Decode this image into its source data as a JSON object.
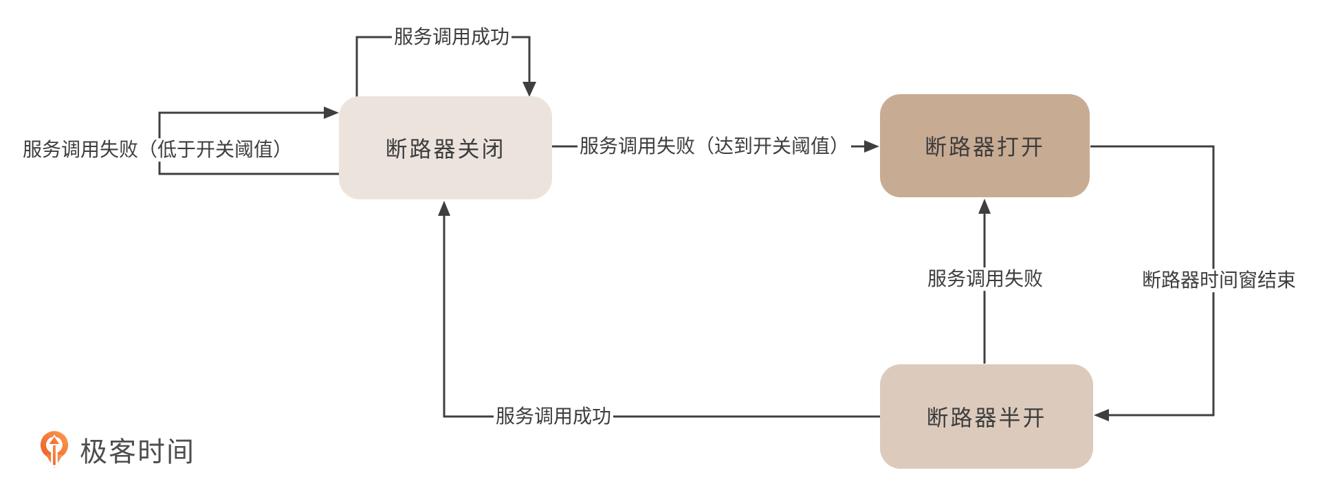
{
  "diagram": {
    "title_hint": "circuit-breaker state machine",
    "nodes": [
      {
        "id": "closed",
        "label": "断路器关闭"
      },
      {
        "id": "open",
        "label": "断路器打开"
      },
      {
        "id": "half_open",
        "label": "断路器半开"
      }
    ],
    "edges": [
      {
        "id": "closed-self-success",
        "from": "closed",
        "to": "closed",
        "label": "服务调用成功"
      },
      {
        "id": "closed-self-fail-below",
        "from": "closed",
        "to": "closed",
        "label": "服务调用失败（低于开关阈值）"
      },
      {
        "id": "closed-to-open",
        "from": "closed",
        "to": "open",
        "label": "服务调用失败（达到开关阈值）"
      },
      {
        "id": "open-to-half-open",
        "from": "open",
        "to": "half_open",
        "label": "断路器时间窗结束"
      },
      {
        "id": "half-open-to-open",
        "from": "half_open",
        "to": "open",
        "label": "服务调用失败"
      },
      {
        "id": "half-open-to-closed",
        "from": "half_open",
        "to": "closed",
        "label": "服务调用成功"
      }
    ]
  },
  "branding": {
    "logo_text": "极客时间",
    "logo_icon": "geektime-pin-icon"
  },
  "colors": {
    "background": "#FFFFFF",
    "line": "#3F3F3F",
    "text": "#3D3D3D",
    "node_closed": "#ECE4DC",
    "node_open": "#C8AB93",
    "node_half_open": "#DCCBBD",
    "logo_text": "#4E4E4E",
    "logo_orange_1": "#ED5B25",
    "logo_orange_2": "#FB9C50"
  }
}
